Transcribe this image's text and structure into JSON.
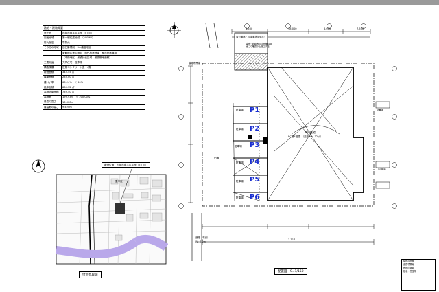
{
  "info_table": {
    "title": "敷地・建物概要",
    "rows": [
      {
        "label": "所在地",
        "value": "札幌市豊平区平岸（5丁目）"
      },
      {
        "label": "用途地域",
        "value": "第一種住居地域　（200/60）"
      },
      {
        "label": "防火指定",
        "value": "準防火"
      },
      {
        "label": "その他の地域",
        "value": "旧日影規制　3m高度地区"
      },
      {
        "label": "",
        "value": "景観地区等の指定　緑化推進地域　都市計画道路"
      },
      {
        "label": "",
        "value": "（市街地区　景観計画区域　最低敷地面積）"
      },
      {
        "label": "主要用途",
        "value": "共同住宅　駐車場"
      },
      {
        "label": "構造規模",
        "value": "鉄筋コンクリート造　4階"
      },
      {
        "label": "敷地面積",
        "value": "344.55 ㎡"
      },
      {
        "label": "建築面積",
        "value": "235.00 ㎡"
      },
      {
        "label": "建ぺい率",
        "value": "68.24%　＜ 60%"
      },
      {
        "label": "延床面積",
        "value": "834.32 ㎡"
      },
      {
        "label": "容積対象面積",
        "value": "739.50 ㎡"
      },
      {
        "label": "容積率",
        "value": "199.93%　＜ 200.00%"
      },
      {
        "label": "最高の高さ",
        "value": "13.000m"
      },
      {
        "label": "最高軒の高さ",
        "value": "9.420m"
      }
    ]
  },
  "location": {
    "callout": "敷地位置：札幌市豊平区平岸（5丁目）",
    "street_label": "豊平区",
    "caption": "付近見取図"
  },
  "site_plan": {
    "caption": "配置図　S=1/150",
    "parking_label": "駐車場",
    "parking_spaces": [
      "P1",
      "P2",
      "P3",
      "P4",
      "P5",
      "P6"
    ],
    "building_label": "共同住宅",
    "building_sub": "RC造4階建　（延床834.32㎡）",
    "setback_label": "道路境界線",
    "road_label": "道路（市道）",
    "road_width": "W=8.0m",
    "note_box": "隣地・道路等の境界線は現地にて確認の上施工する",
    "top_note": "周辺道路との接道状況を示す",
    "site_width_label": "18.000",
    "dim_labels": [
      "4.500",
      "6.000",
      "7.500",
      "3.317"
    ],
    "gate_label": "門扉",
    "bike_label": "駐輪場",
    "trash_label": "ゴミ置場",
    "area_labels": [
      "駐車場",
      "駐車場",
      "駐車場",
      "駐車場",
      "駐車場",
      "駐車場"
    ]
  },
  "legend": {
    "items": [
      "隣地境界線",
      "道路境界線",
      "敷地内通路",
      "植栽・芝生帯"
    ]
  }
}
